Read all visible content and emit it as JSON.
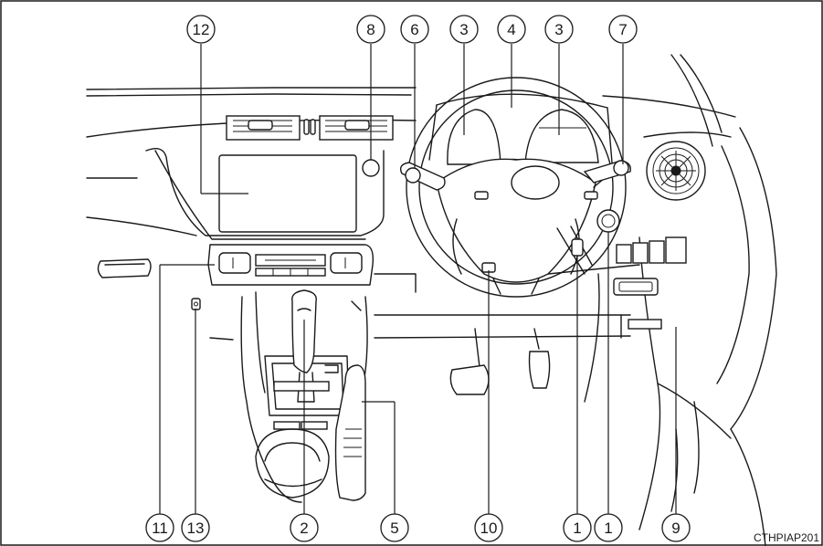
{
  "figure_code": "CTHPIAP201",
  "callouts": {
    "c12": "12",
    "c8": "8",
    "c6": "6",
    "c3a": "3",
    "c4": "4",
    "c3b": "3",
    "c7": "7",
    "c11": "11",
    "c13": "13",
    "c2": "2",
    "c5": "5",
    "c10": "10",
    "c1a": "1",
    "c1b": "1",
    "c9": "9"
  }
}
